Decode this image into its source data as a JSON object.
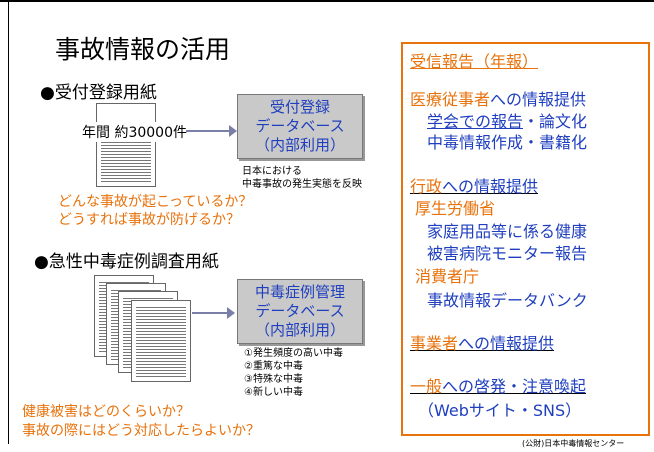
{
  "title": "事故情報の活用",
  "section1": {
    "heading": "●受付登録用紙",
    "count": "年間 約30000件",
    "db_lines": [
      "受付登録",
      "データベース",
      "（内部利用）"
    ],
    "note_lines": [
      "日本における",
      "中毒事故の発生実態を反映"
    ],
    "questions": [
      "どんな事故が起こっているか？",
      "どうすれば事故が防げるか？"
    ]
  },
  "section2": {
    "heading": "●急性中毒症例調査用紙",
    "db_lines": [
      "中毒症例管理",
      "データベース",
      "（内部利用）"
    ],
    "list": [
      "①発生頻度の高い中毒",
      "②重篤な中毒",
      "③特殊な中毒",
      "④新しい中毒"
    ],
    "questions": [
      "健康被害はどのくらいか？",
      "事故の際にはどう対応したらよいか？"
    ]
  },
  "right": {
    "report": "受信報告（年報）",
    "medical_a": "医療従事者",
    "medical_b": "への情報提供",
    "medical_sub1_a": "学会での報告",
    "medical_sub1_b": "・論文化",
    "medical_sub2": "中毒情報作成・書籍化",
    "gov_a": "行政",
    "gov_b": "への情報提供",
    "mhlw": "厚生労働省",
    "mhlw_sub1": "家庭用品等に係る健康",
    "mhlw_sub2": "被害病院モニター報告",
    "caa": "消費者庁",
    "caa_sub": "事故情報データバンク",
    "biz_a": "事業者",
    "biz_b": "への情報提供",
    "public_a": "一般",
    "public_b": "への啓発・注意喚起",
    "public_sub": "（Webサイト・SNS）"
  },
  "footer": "(公財)日本中毒情報センター",
  "colors": {
    "orange": "#e8720c",
    "blue": "#1f3fbf",
    "db_fill": "#c9c9c9"
  }
}
